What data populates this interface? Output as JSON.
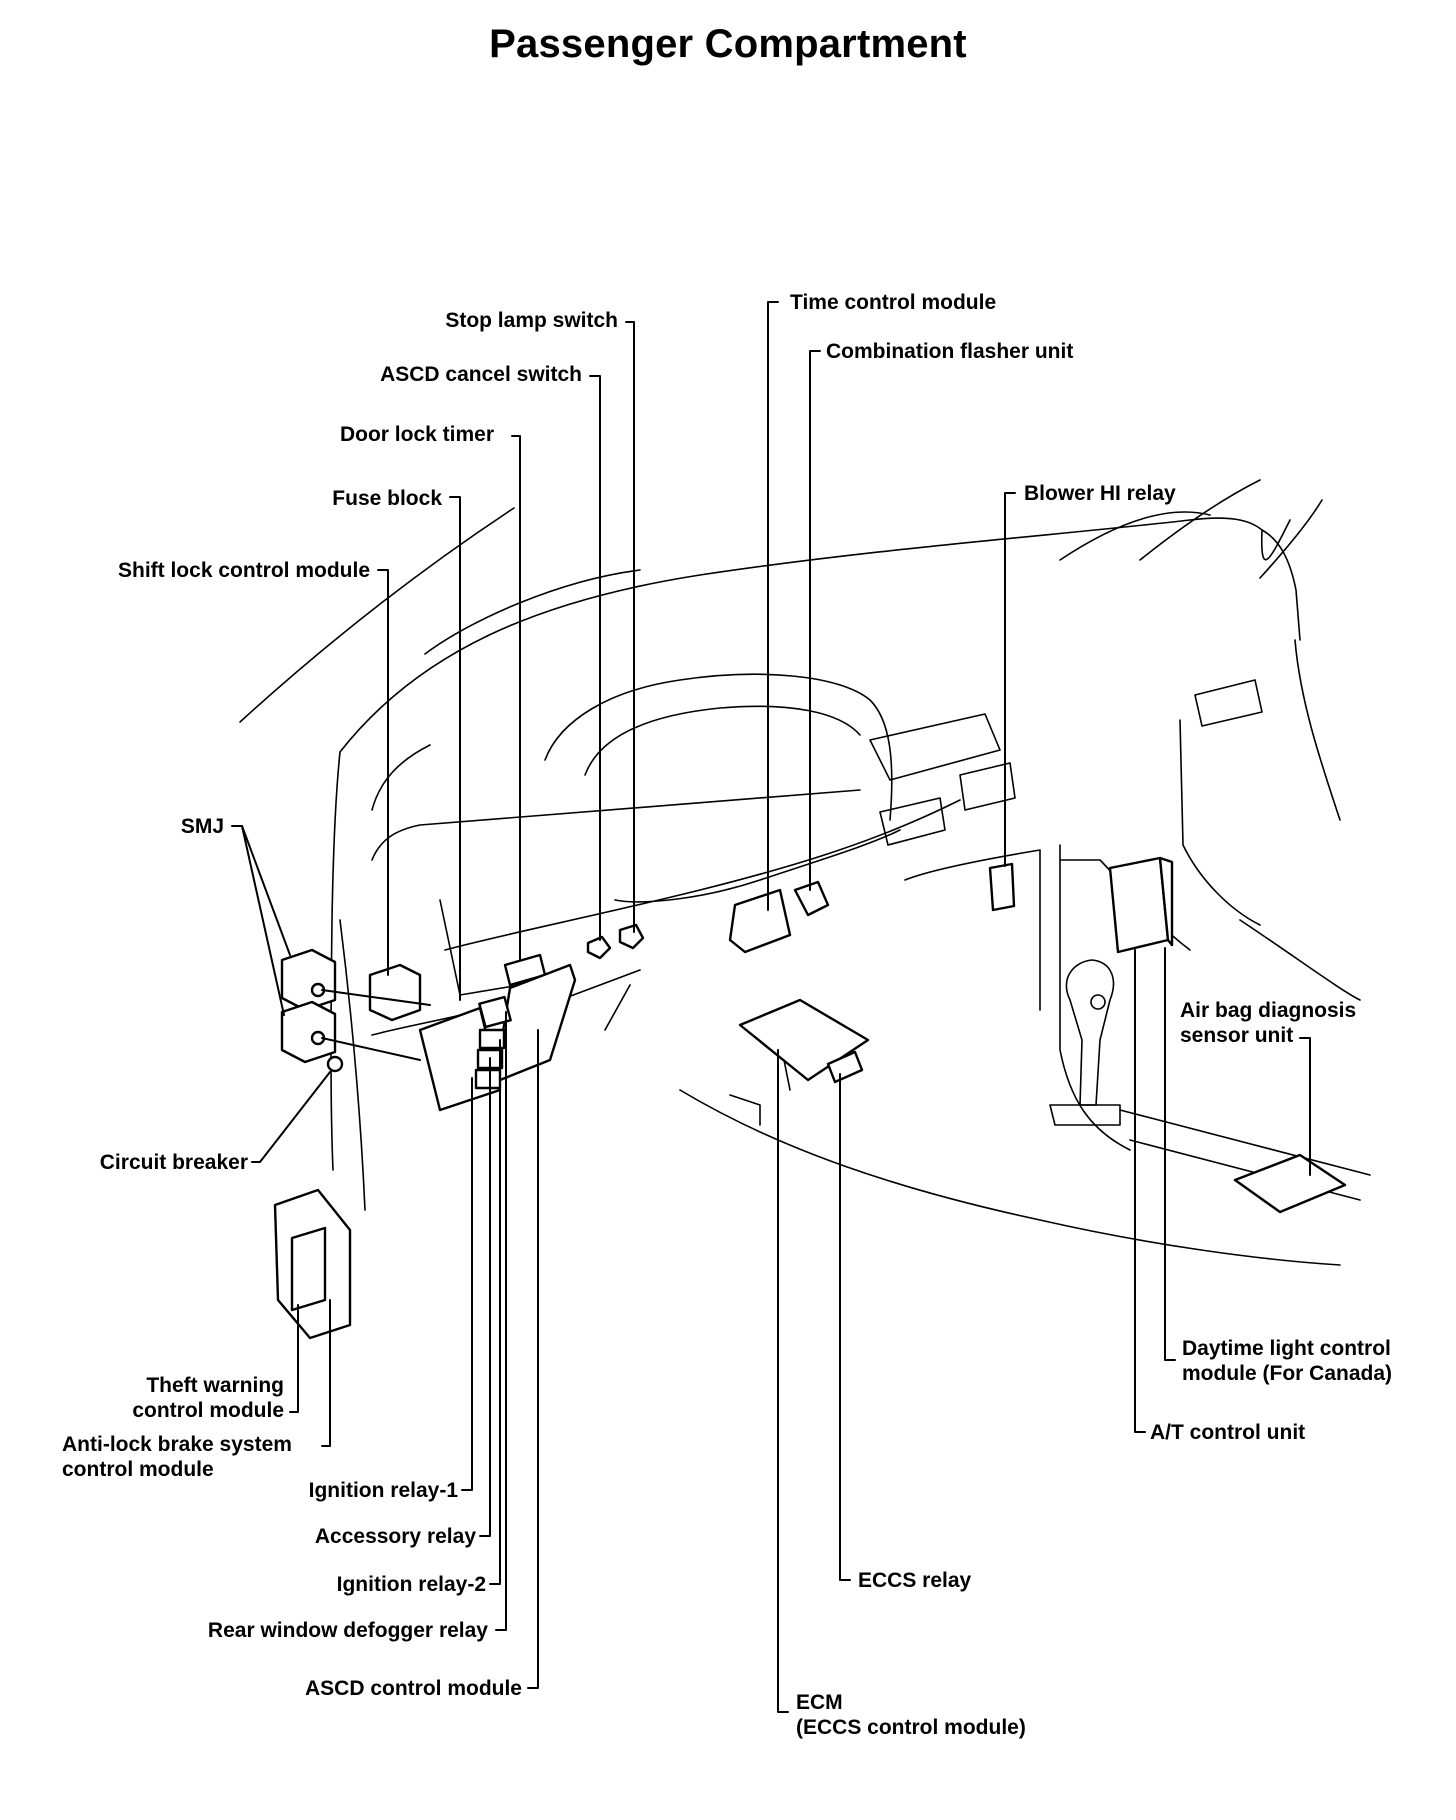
{
  "title": "Passenger Compartment",
  "labels": {
    "stop_lamp_switch": "Stop lamp switch",
    "ascd_cancel_switch": "ASCD cancel switch",
    "door_lock_timer": "Door lock timer",
    "fuse_block": "Fuse block",
    "shift_lock_control_module": "Shift lock control module",
    "smj": "SMJ",
    "circuit_breaker": "Circuit breaker",
    "theft_warning_line1": "Theft warning",
    "theft_warning_line2": "control module",
    "abs_line1": "Anti-lock brake system",
    "abs_line2": "control module",
    "ignition_relay_1": "Ignition relay-1",
    "accessory_relay": "Accessory relay",
    "ignition_relay_2": "Ignition relay-2",
    "rear_window_defogger_relay": "Rear window defogger relay",
    "ascd_control_module": "ASCD control module",
    "time_control_module": "Time control module",
    "combination_flasher_unit": "Combination flasher unit",
    "blower_hi_relay": "Blower HI relay",
    "air_bag_line1": "Air bag diagnosis",
    "air_bag_line2": "sensor unit",
    "daytime_line1": "Daytime light control",
    "daytime_line2": "module  (For Canada)",
    "at_control_unit": "A/T control unit",
    "eccs_relay": "ECCS relay",
    "ecm_line1": "ECM",
    "ecm_line2": "(ECCS control module)"
  }
}
